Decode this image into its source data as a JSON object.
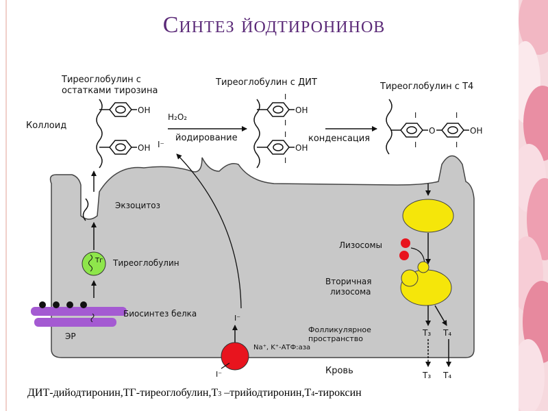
{
  "title": "Синтез йодтиронинов",
  "labels": {
    "tg_tyrosine_1": "Тиреоглобулин с",
    "tg_tyrosine_2": "остатками тирозина",
    "tg_dit": "Тиреоглобулин с ДИТ",
    "tg_t4": "Тиреоглобулин с Т4",
    "colloid": "Коллоид",
    "h2o2": "H₂O₂",
    "iodine_ion": "I⁻",
    "iodination": "йодирование",
    "condensation": "конденсация",
    "exocytosis": "Экзоцитоз",
    "thyroglobulin": "Тиреоглобулин",
    "tg_badge": "Тг",
    "protein_synthesis": "Биосинтез белка",
    "er": "ЭР",
    "lysosomes": "Лизосомы",
    "secondary_lysosome_1": "Вторичная",
    "secondary_lysosome_2": "лизосома",
    "follicular_space_1": "Фолликулярное",
    "follicular_space_2": "пространство",
    "atpase": "Na⁺, K⁺-АТФ:аза",
    "blood": "Кровь",
    "oh": "OH",
    "o": "O",
    "i": "I",
    "t3": "T₃",
    "t4": "T₄"
  },
  "caption": {
    "part1": "ДИТ-дийодтиронин,ТГ-тиреоглобулин,Т",
    "sub1": "3",
    "part2": " –трийодтиронин,Т",
    "sub2": "4",
    "part3": "-тироксин"
  },
  "colors": {
    "title": "#5b2a78",
    "cell": "#c8c8c8",
    "lysosome": "#f5e60a",
    "small_lysosome": "#e8141e",
    "pump": "#e8141e",
    "thyroglobulin_vesicle": "#8ee64b",
    "er": "#a45ad2"
  }
}
